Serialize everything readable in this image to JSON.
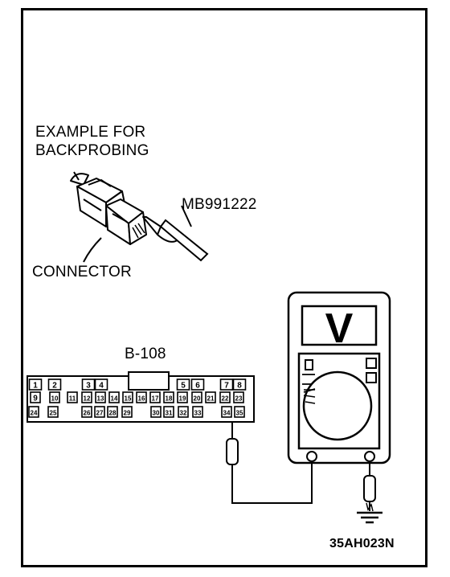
{
  "labels": {
    "example_line1": "EXAMPLE FOR",
    "example_line2": "BACKPROBING",
    "tool": "MB991222",
    "connector": "CONNECTOR",
    "connector_id": "B-108",
    "figure_code": "35AH023N"
  },
  "meter": {
    "display_symbol": "V"
  },
  "connector_pins": {
    "row1": [
      "1",
      "2",
      "3",
      "4",
      "5",
      "6",
      "7",
      "8"
    ],
    "row2": [
      "9",
      "10",
      "11",
      "12",
      "13",
      "14",
      "15",
      "16",
      "17",
      "18",
      "19",
      "20",
      "21",
      "22",
      "23"
    ],
    "row3": [
      "24",
      "25",
      "26",
      "27",
      "28",
      "29",
      "30",
      "31",
      "32",
      "33",
      "34",
      "35"
    ]
  }
}
